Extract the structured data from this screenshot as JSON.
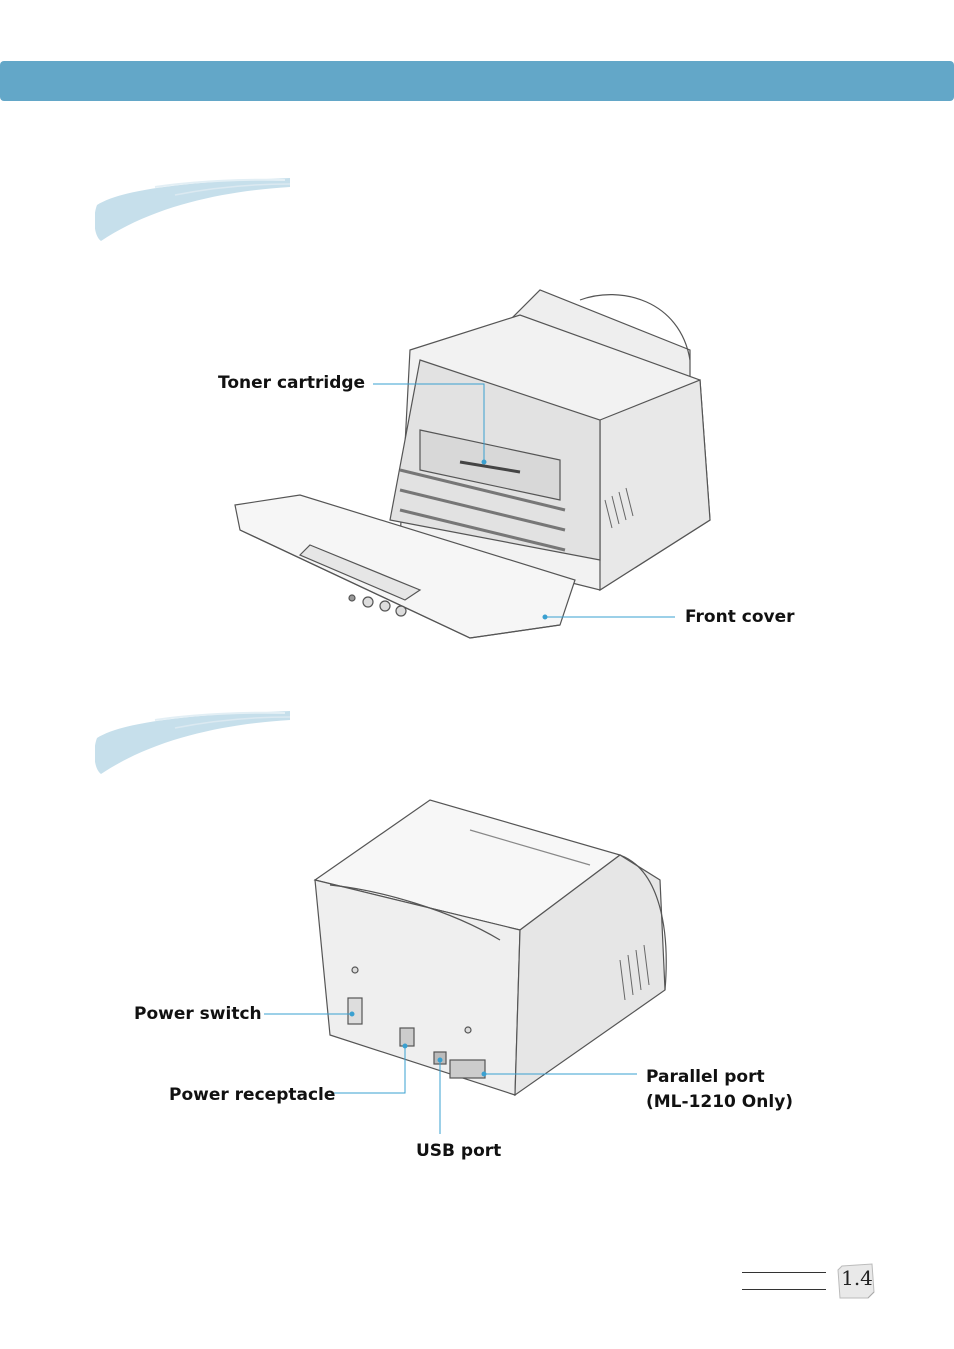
{
  "page": {
    "number": "1.4"
  },
  "front_view": {
    "labels": {
      "toner_cartridge": "Toner cartridge",
      "front_cover": "Front cover"
    }
  },
  "rear_view": {
    "labels": {
      "power_switch": "Power switch",
      "power_receptacle": "Power receptacle",
      "usb_port": "USB port",
      "parallel_port_line1": "Parallel port",
      "parallel_port_line2": "(ML-1210 Only)"
    }
  },
  "colors": {
    "header": "#63a7c8",
    "leader_line": "#3aa0d0",
    "brush": "#bcd8e6"
  }
}
